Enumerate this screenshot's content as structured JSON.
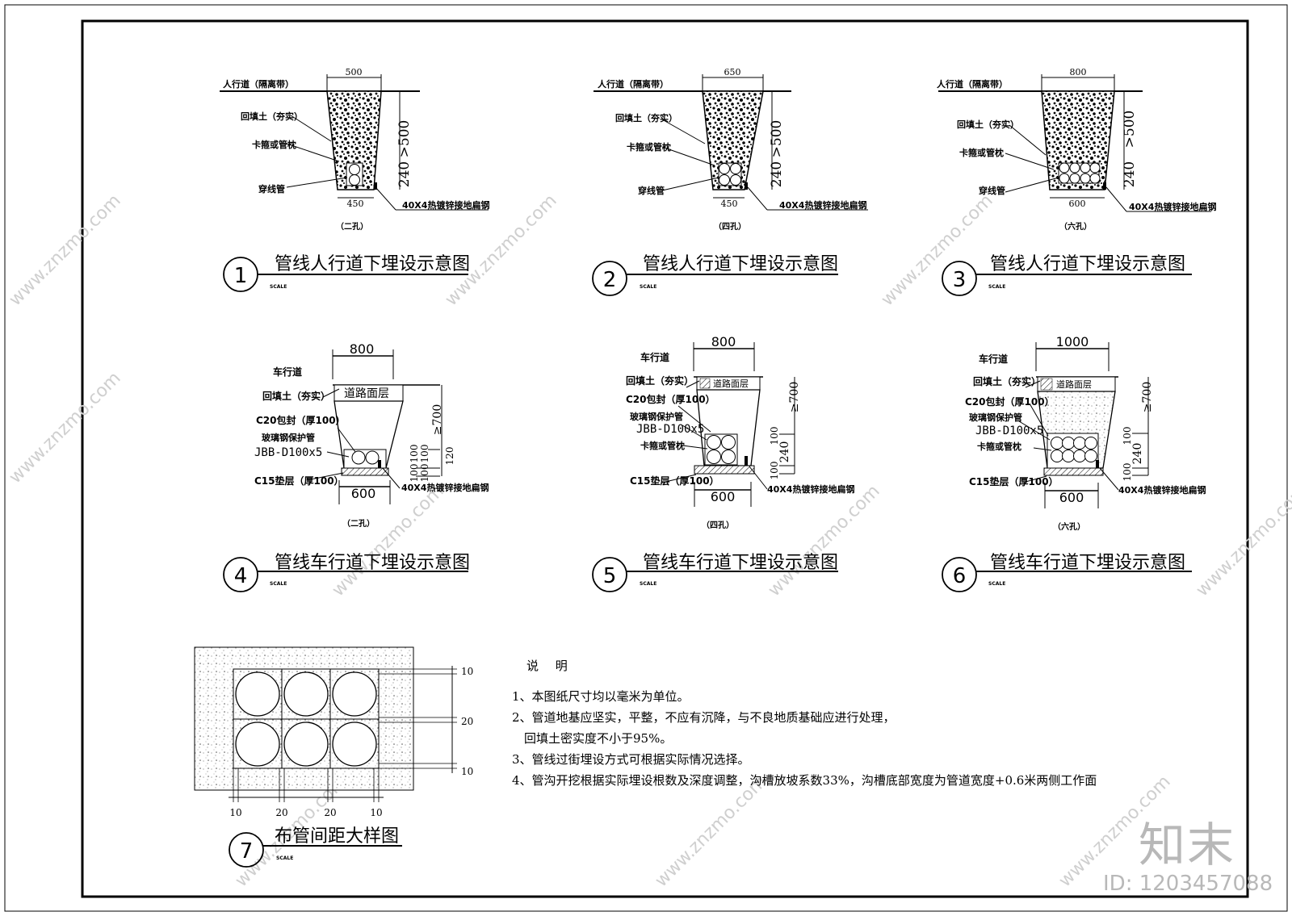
{
  "common": {
    "scale": "SCALE",
    "lbl_walk": "人行道（隔离带）",
    "lbl_backfill": "回填土（夯实）",
    "lbl_clamp": "卡箍或管枕",
    "lbl_conduit": "穿线管",
    "lbl_ground": "40X4热镀锌接地扁钢",
    "dim_500": ">500",
    "dim_240": "240",
    "lbl_road": "车行道",
    "lbl_pave": "道路面层",
    "lbl_c20": "C20包封（厚100）",
    "lbl_frp": "玻璃钢保护管",
    "lbl_jbb": "JBB-D100x5",
    "lbl_c15": "C15垫层（厚100）",
    "dim_700": "≥700",
    "dim_100": "100",
    "dim_120": "120"
  },
  "diagrams": [
    {
      "num": "1",
      "title": "管线人行道下埋设示意图",
      "top": "500",
      "bottom": "450",
      "holes": "（二孔）"
    },
    {
      "num": "2",
      "title": "管线人行道下埋设示意图",
      "top": "650",
      "bottom": "450",
      "holes": "（四孔）"
    },
    {
      "num": "3",
      "title": "管线人行道下埋设示意图",
      "top": "800",
      "bottom": "600",
      "holes": "（六孔）"
    },
    {
      "num": "4",
      "title": "管线车行道下埋设示意图",
      "top": "800",
      "bottom": "600",
      "holes": "（二孔）"
    },
    {
      "num": "5",
      "title": "管线车行道下埋设示意图",
      "top": "800",
      "bottom": "600",
      "holes": "（四孔）"
    },
    {
      "num": "6",
      "title": "管线车行道下埋设示意图",
      "top": "1000",
      "bottom": "600",
      "holes": "（六孔）"
    },
    {
      "num": "7",
      "title": "布管间距大样图"
    }
  ],
  "detail7": {
    "v10": "10",
    "v20": "20"
  },
  "notes": {
    "title": "说 明",
    "items": [
      "1、本图纸尺寸均以毫米为单位。",
      "2、管道地基应坚实，平整，不应有沉降，与不良地质基础应进行处理，",
      "回填土密实度不小于95%。",
      "3、管线过街埋设方式可根据实际情况选择。",
      "4、管沟开挖根据实际埋设根数及深度调整，沟槽放坡系数33%，沟槽底部宽度为管道宽度+0.6米两侧工作面"
    ]
  },
  "watermark": {
    "logo": "知末",
    "id": "ID: 1203457088",
    "site": "www.znzmo.com"
  }
}
